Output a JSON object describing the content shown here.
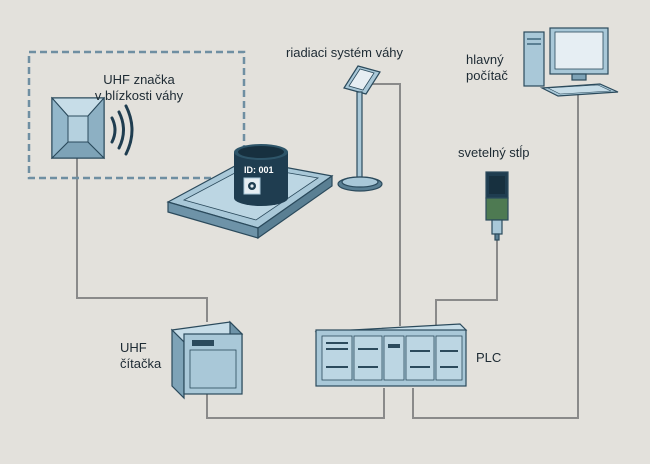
{
  "labels": {
    "uhf_tag_line1": "UHF značka",
    "uhf_tag_line2": "v blízkosti váhy",
    "scale_control": "riadiaci systém váhy",
    "host_line1": "hlavný",
    "host_line2": "počítač",
    "signal_tower": "svetelný stĺp",
    "uhf_reader_line1": "UHF",
    "uhf_reader_line2": "čítačka",
    "plc": "PLC",
    "drum_id": "ID: 001"
  },
  "colors": {
    "background": "#e3e1dc",
    "device_fill": "#a9c8d8",
    "device_dark": "#5a7f93",
    "outline": "#2b4a5c",
    "wire": "#8a8a8a",
    "dashed_border": "#6f8fa2",
    "drum": "#1f3d50",
    "signal_green": "#4e7a52"
  },
  "icons": [
    "rfid-tag-icon",
    "radio-waves-icon",
    "scale-platform-icon",
    "drum-container-icon",
    "scale-terminal-icon",
    "computer-icon",
    "signal-tower-icon",
    "rfid-reader-icon",
    "plc-icon"
  ]
}
